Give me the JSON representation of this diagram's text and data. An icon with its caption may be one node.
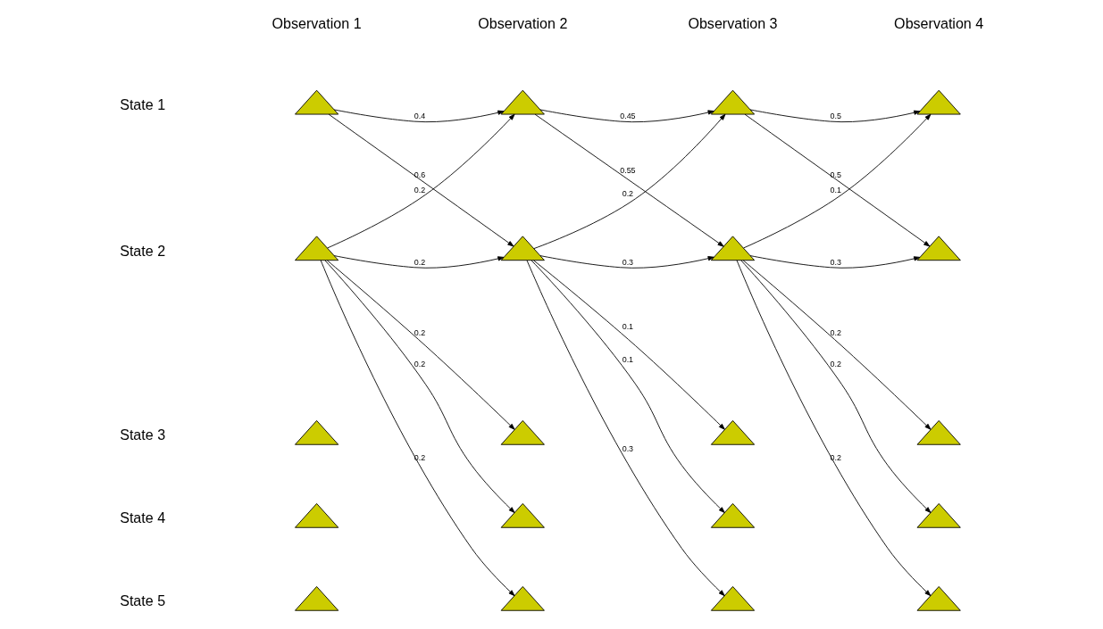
{
  "diagram": {
    "nodes": [
      {
        "text": [],
        "shape": "triangle"
      },
      {
        "text": [],
        "shape": "triangle"
      },
      {
        "text": [],
        "shape": "triangle"
      },
      {
        "text": [],
        "shape": "triangle"
      },
      {
        "text": [],
        "shape": "triangle"
      },
      {
        "text": [],
        "shape": "triangle"
      },
      {
        "text": [],
        "shape": "triangle"
      },
      {
        "text": [],
        "shape": "triangle"
      },
      {
        "text": [],
        "shape": "triangle"
      },
      {
        "text": [],
        "shape": "triangle"
      },
      {
        "text": [],
        "shape": "triangle"
      },
      {
        "text": [],
        "shape": "triangle"
      },
      {
        "text": [],
        "shape": "triangle"
      },
      {
        "text": [],
        "shape": "triangle"
      },
      {
        "text": [],
        "shape": "triangle"
      },
      {
        "text": [],
        "shape": "triangle"
      },
      {
        "text": [],
        "shape": "triangle"
      },
      {
        "text": [],
        "shape": "triangle"
      },
      {
        "text": [],
        "shape": "triangle"
      },
      {
        "text": [],
        "shape": "triangle"
      }
    ],
    "edges": [
      {
        "from": 0,
        "to": 1,
        "arrow": "to",
        "label": "0.4"
      },
      {
        "from": 0,
        "to": 5,
        "arrow": "to",
        "label": "0.6"
      },
      {
        "from": 4,
        "to": 1,
        "arrow": "to",
        "label": "0.2"
      },
      {
        "from": 4,
        "to": 5,
        "arrow": "to",
        "label": "0.2"
      },
      {
        "from": 4,
        "to": 9,
        "arrow": "to",
        "label": "0.2"
      },
      {
        "from": 4,
        "to": 13,
        "arrow": "to",
        "label": "0.2"
      },
      {
        "from": 4,
        "to": 17,
        "arrow": "to",
        "label": "0.2"
      },
      {
        "from": 1,
        "to": 2,
        "arrow": "to",
        "label": "0.45"
      },
      {
        "from": 1,
        "to": 6,
        "arrow": "to",
        "label": "0.55"
      },
      {
        "from": 5,
        "to": 2,
        "arrow": "to",
        "label": "0.2"
      },
      {
        "from": 5,
        "to": 6,
        "arrow": "to",
        "label": "0.3"
      },
      {
        "from": 5,
        "to": 10,
        "arrow": "to",
        "label": "0.1"
      },
      {
        "from": 5,
        "to": 14,
        "arrow": "to",
        "label": "0.1"
      },
      {
        "from": 5,
        "to": 18,
        "arrow": "to",
        "label": "0.3"
      },
      {
        "from": 2,
        "to": 3,
        "arrow": "to",
        "label": "0.5"
      },
      {
        "from": 2,
        "to": 7,
        "arrow": "to",
        "label": "0.5"
      },
      {
        "from": 6,
        "to": 3,
        "arrow": "to",
        "label": "0.1"
      },
      {
        "from": 6,
        "to": 7,
        "arrow": "to",
        "label": "0.3"
      },
      {
        "from": 6,
        "to": 11,
        "arrow": "to",
        "label": "0.2"
      },
      {
        "from": 6,
        "to": 15,
        "arrow": "to",
        "label": "0.2"
      },
      {
        "from": 6,
        "to": 19,
        "arrow": "to",
        "label": "0.2"
      }
    ],
    "labels": [
      "Observation 1",
      "Observation 2",
      "Observation 3",
      "Observation 4",
      "State 1",
      "State 2",
      "State 3",
      "State 4",
      "State 5"
    ]
  }
}
